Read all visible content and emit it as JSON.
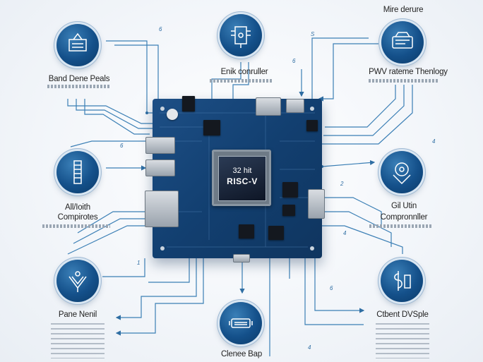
{
  "board": {
    "chip_line1": "32 hit",
    "chip_line2": "RISC-V"
  },
  "nodes": {
    "top_left": {
      "label": "Band Dene Peals",
      "icon": "module-stack-icon"
    },
    "top_center": {
      "label": "Enik conruller",
      "icon": "controller-chip-icon"
    },
    "top_right": {
      "title": "Mire derure",
      "label": "PWV rateme Thenlogy",
      "icon": "device-box-icon"
    },
    "mid_left": {
      "label_line1": "All/Ioith",
      "label_line2": "Compirotes",
      "icon": "memory-bar-icon"
    },
    "mid_right": {
      "label_line1": "Gil Utin",
      "label_line2": "Compronnller",
      "icon": "shield-sensor-icon"
    },
    "bottom_left": {
      "label": "Pane Nenil",
      "icon": "signal-pen-icon"
    },
    "bottom_center": {
      "label": "Clenee Bap",
      "icon": "connector-port-icon"
    },
    "bottom_right": {
      "label": "Ctbent DVSple",
      "icon": "dollar-module-icon"
    }
  },
  "marks": [
    "6",
    "S",
    "6",
    "6",
    "4",
    "2",
    "4",
    "1",
    "6",
    "4"
  ],
  "colors": {
    "accent": "#14508a",
    "wire": "#3b7fb5",
    "board": "#143f6f"
  }
}
